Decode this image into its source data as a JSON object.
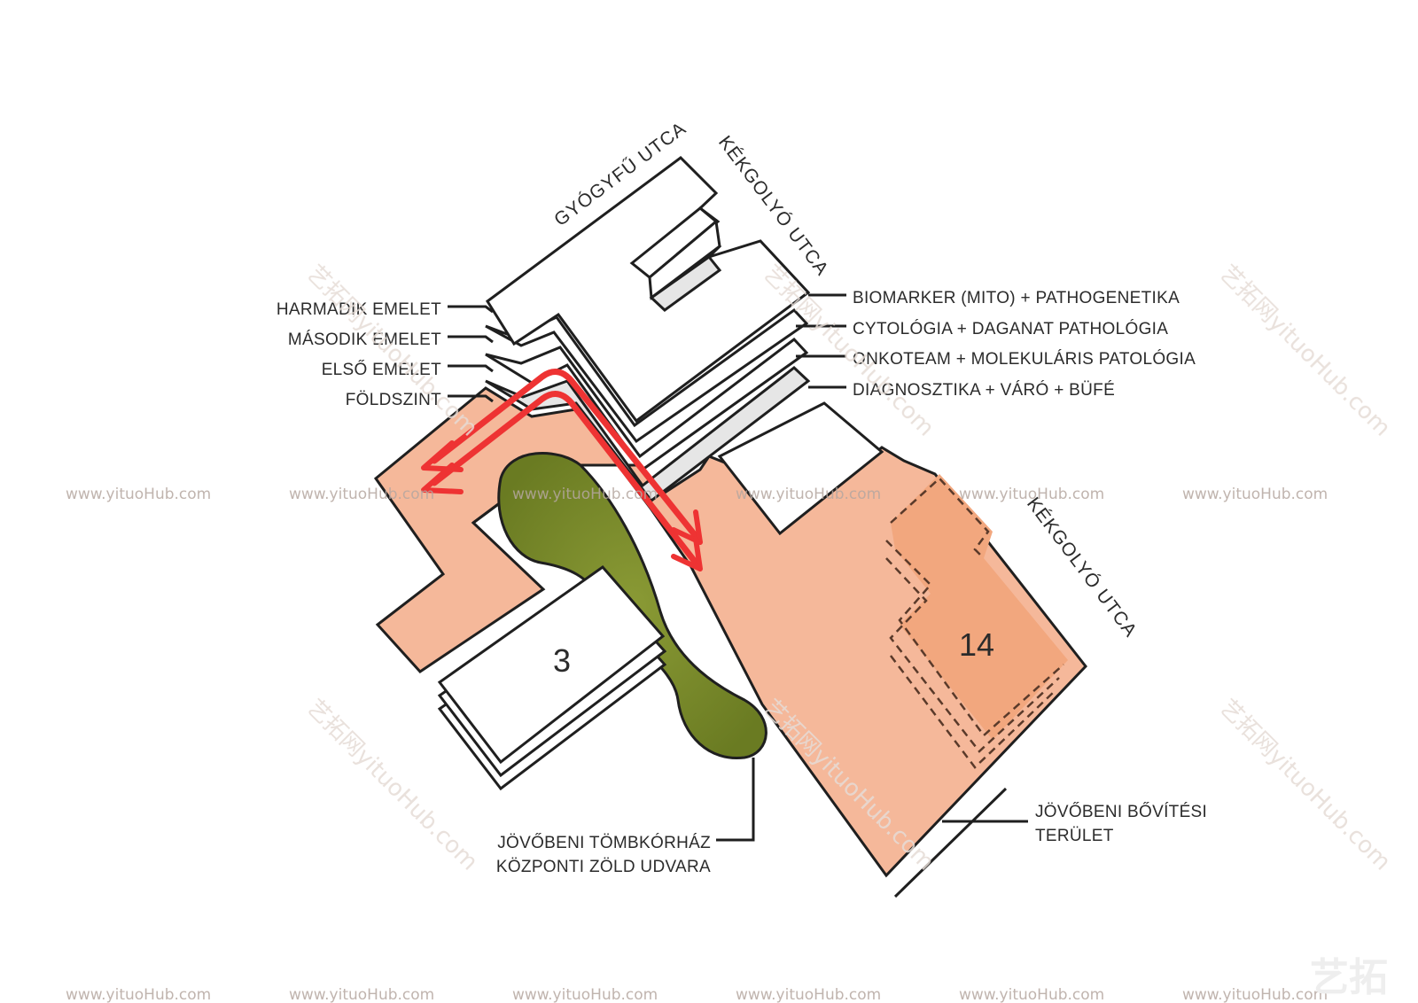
{
  "streets": {
    "gyogyfu": "GYÓGYFŰ UTCA",
    "kekgolyo_top": "KÉKGOLYÓ UTCA",
    "kekgolyo_right": "KÉKGOLYÓ UTCA"
  },
  "levels_left": [
    "HARMADIK EMELET",
    "MÁSODIK EMELET",
    "ELSŐ EMELET",
    "FÖLDSZINT"
  ],
  "functions_right": [
    "BIOMARKER (MITO) + PATHOGENETIKA",
    "CYTOLÓGIA + DAGANAT PATHOLÓGIA",
    "ONKOTEAM + MOLEKULÁRIS PATOLÓGIA",
    "DIAGNOSZTIKA + VÁRÓ + BÜFÉ"
  ],
  "buildings": {
    "b3": "3",
    "b14": "14"
  },
  "courtyard_label": {
    "line1": "JÖVŐBENI TÖMBKÓRHÁZ",
    "line2": "KÖZPONTI ZÖLD UDVARA"
  },
  "expansion_label": {
    "line1": "JÖVŐBENI BŐVÍTÉSI",
    "line2": "TERÜLET"
  },
  "watermark": {
    "url": "www.yituoHub.com",
    "diag": "艺拓网yituoHub.com",
    "logo": "艺拓"
  },
  "colors": {
    "salmon": "#f5b89a",
    "salmon_dark": "#f2a77e",
    "green": "#7a8a2a",
    "red": "#ee3333",
    "line": "#1f1f1f",
    "light_gray": "#e6e6e6"
  }
}
